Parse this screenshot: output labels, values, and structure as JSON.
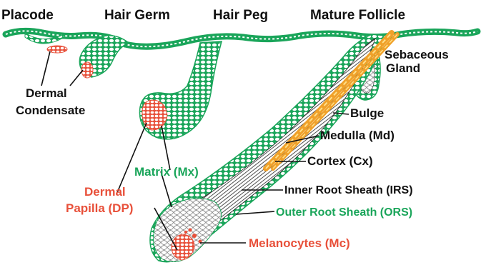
{
  "stages": {
    "placode": "Placode",
    "hair_germ": "Hair Germ",
    "hair_peg": "Hair Peg",
    "mature_follicle": "Mature Follicle"
  },
  "labels": {
    "dermal": "Dermal",
    "condensate": "Condensate",
    "sebaceous": "Sebaceous",
    "gland": "Gland",
    "bulge": "Bulge",
    "medulla": "Medulla (Md)",
    "cortex": "Cortex (Cx)",
    "matrix": "Matrix (Mx)",
    "dermal_papilla_line1": "Dermal",
    "dermal_papilla_line2": "Papilla (DP)",
    "irs": "Inner Root Sheath (IRS)",
    "ors": "Outer Root Sheath (ORS)",
    "melanocytes": "Melanocytes (Mc)"
  },
  "colors": {
    "epithelium_green": "#1aa55a",
    "dermal_red": "#e8503a",
    "hair_shaft_orange": "#f0a12a",
    "text_dark": "#111111"
  }
}
